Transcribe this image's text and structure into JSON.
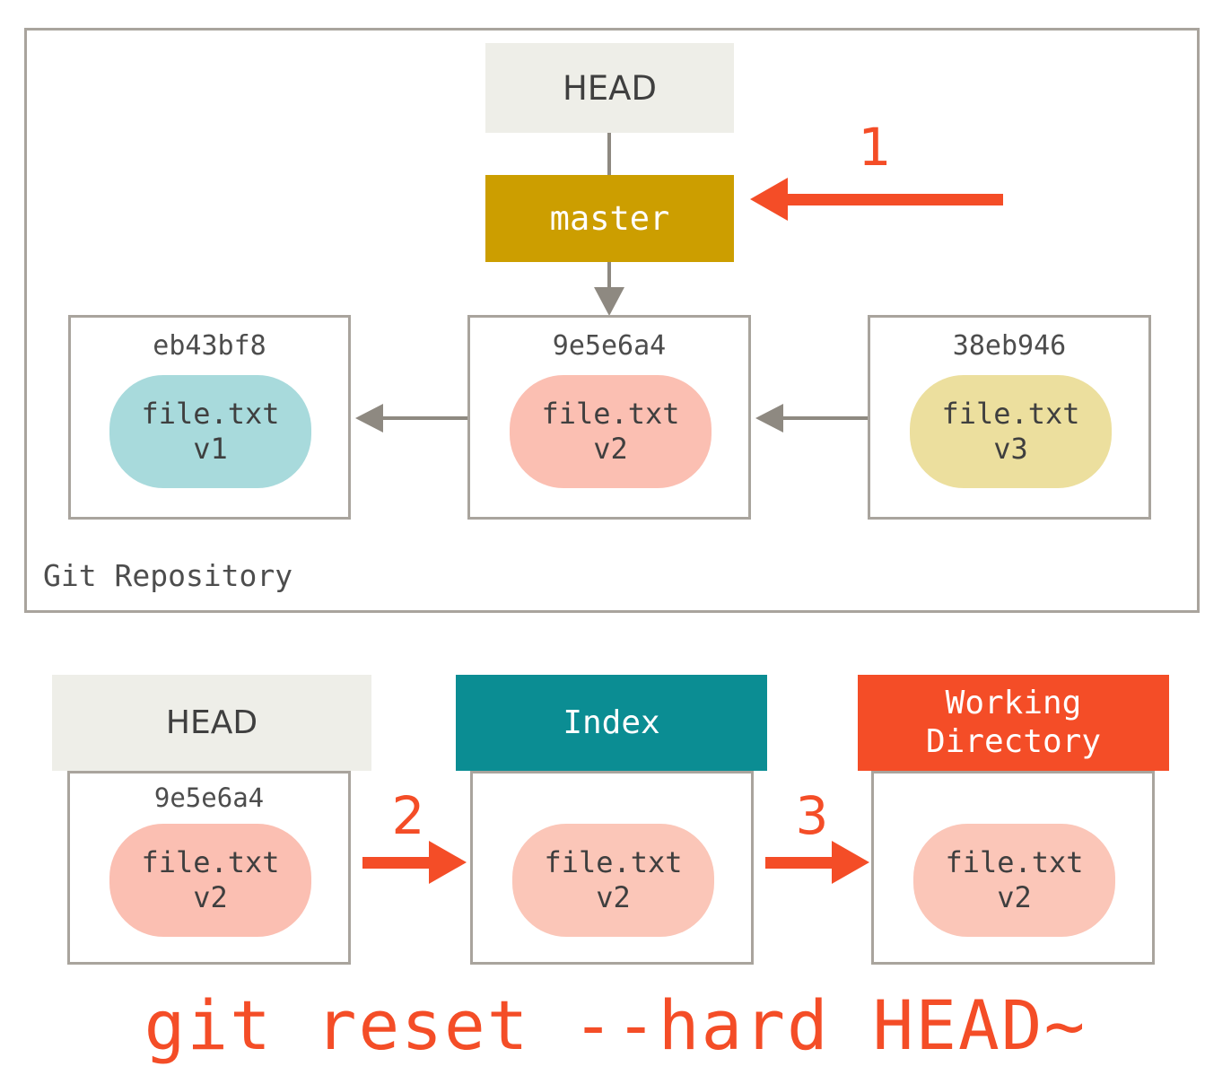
{
  "repository": {
    "label": "Git Repository",
    "head": {
      "label": "HEAD"
    },
    "branch": {
      "label": "master"
    },
    "commits": [
      {
        "hash": "eb43bf8",
        "file": "file.txt",
        "version": "v1",
        "color": "#a8dadc"
      },
      {
        "hash": "9e5e6a4",
        "file": "file.txt",
        "version": "v2",
        "color": "#fbbfb2"
      },
      {
        "hash": "38eb946",
        "file": "file.txt",
        "version": "v3",
        "color": "#ecdf9e"
      }
    ]
  },
  "stages": [
    {
      "title": "HEAD",
      "header_color": "#eeeee8",
      "hash": "9e5e6a4",
      "file": "file.txt",
      "version": "v2",
      "blob_color": "#fbbfb2"
    },
    {
      "title": "Index",
      "header_color": "#0b8d93",
      "hash": "",
      "file": "file.txt",
      "version": "v2",
      "blob_color": "#fbc6b8"
    },
    {
      "title_line1": "Working",
      "title_line2": "Directory",
      "header_color": "#f44d27",
      "hash": "",
      "file": "file.txt",
      "version": "v2",
      "blob_color": "#fbc6b8"
    }
  ],
  "steps": [
    {
      "number": "1"
    },
    {
      "number": "2"
    },
    {
      "number": "3"
    }
  ],
  "command": "git reset --hard HEAD~",
  "colors": {
    "accent_red": "#f44d27",
    "branch_gold": "#cc9e00",
    "index_teal": "#0b8d93",
    "border_gray": "#a9a49d",
    "arrow_gray": "#8e8981",
    "head_beige": "#eeeee8"
  }
}
